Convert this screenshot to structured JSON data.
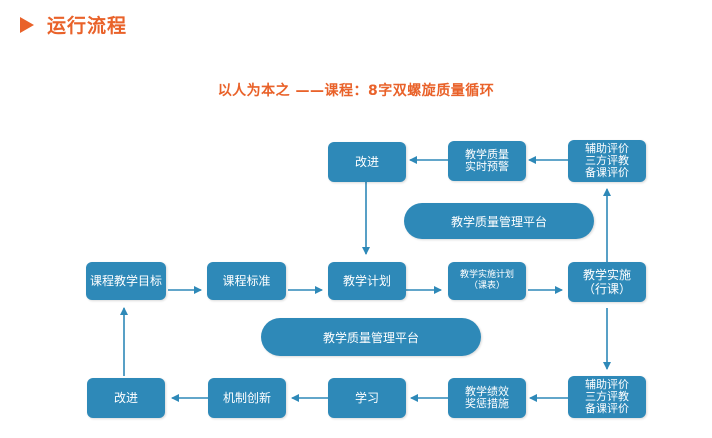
{
  "header": {
    "title": "运行流程",
    "icon": "triangle-right-icon",
    "color": "#e9622a"
  },
  "subtitle": "以人为本之 ——课程：8字双螺旋质量循环",
  "accent_color": "#2e89b8",
  "nodes": {
    "top_improve": "改进",
    "top_monitor": "教学质量\n实时预警",
    "top_eval": "辅助评价\n三方评教\n备课评价",
    "course_goal": "课程教学目标",
    "course_standard": "课程标准",
    "teaching_plan": "教学计划",
    "implementation_plan": "教学实施计划\n（课表）",
    "implementation": "教学实施\n（行课）",
    "bottom_eval": "辅助评价\n三方评教\n备课评价",
    "incentive": "教学绩效\n奖惩措施",
    "study": "学习",
    "mechanism": "机制创新",
    "bottom_improve": "改进"
  },
  "platforms": {
    "upper": "教学质量管理平台",
    "lower": "教学质量管理平台"
  }
}
